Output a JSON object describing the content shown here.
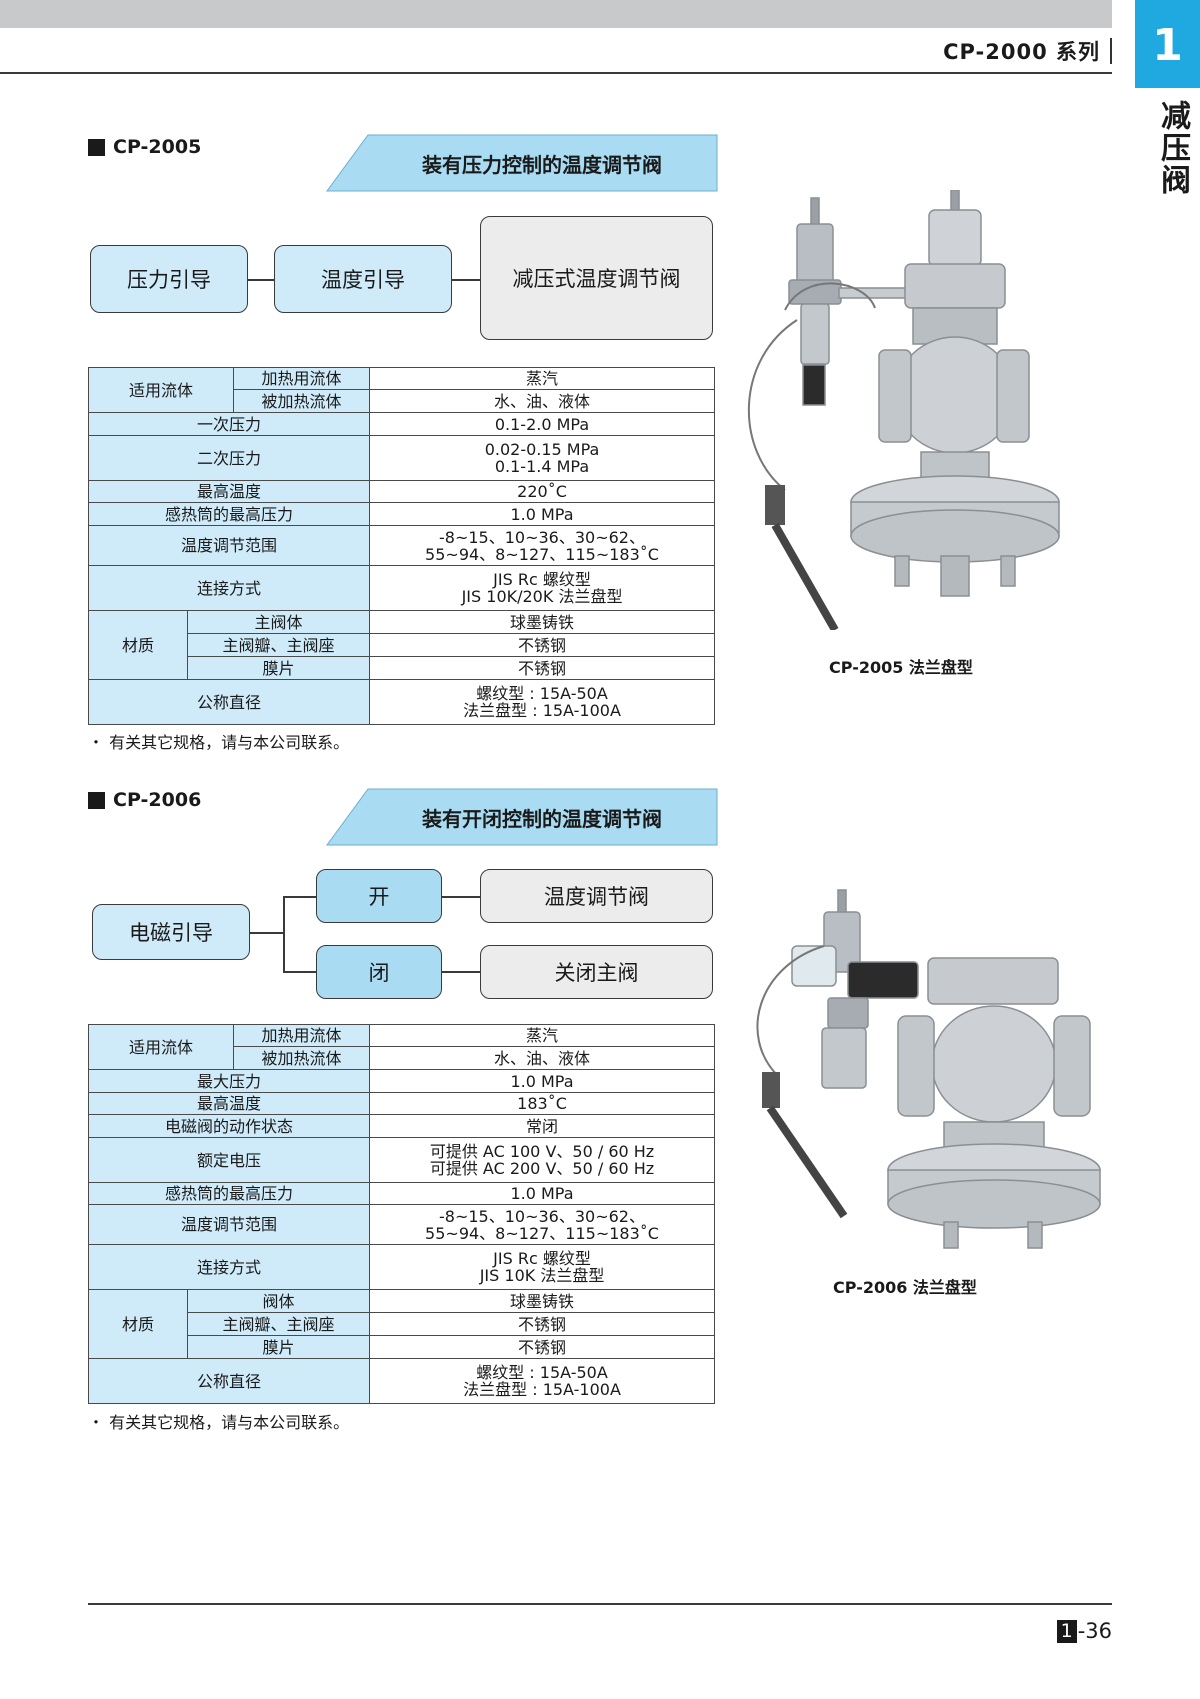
{
  "header": {
    "series_title": "CP-2000 系列",
    "chapter_number": "1",
    "chapter_label": "减压阀"
  },
  "cp2005": {
    "model": "CP-2005",
    "banner": "装有压力控制的温度调节阀",
    "flow": {
      "box1": "压力引导",
      "box2": "温度引导",
      "box3": "减压式温度调节阀"
    },
    "table": {
      "fluid_label": "适用流体",
      "heat_fluid_label": "加热用流体",
      "heat_fluid": "蒸汽",
      "heated_fluid_label": "被加热流体",
      "heated_fluid": "水、油、液体",
      "primary_pressure_label": "一次压力",
      "primary_pressure": "0.1-2.0 MPa",
      "secondary_pressure_label": "二次压力",
      "secondary_pressure_1": "0.02-0.15 MPa",
      "secondary_pressure_2": "0.1-1.4 MPa",
      "max_temp_label": "最高温度",
      "max_temp": "220˚C",
      "bulb_pressure_label": "感热筒的最高压力",
      "bulb_pressure": "1.0 MPa",
      "temp_range_label": "温度调节范围",
      "temp_range_1": "-8~15、10~36、30~62、",
      "temp_range_2": "55~94、8~127、115~183˚C",
      "connection_label": "连接方式",
      "connection_1": "JIS Rc 螺纹型",
      "connection_2": "JIS 10K/20K 法兰盘型",
      "material_label": "材质",
      "body_label": "主阀体",
      "body": "球墨铸铁",
      "disc_label": "主阀瓣、主阀座",
      "disc": "不锈钢",
      "diaphragm_label": "膜片",
      "diaphragm": "不锈钢",
      "size_label": "公称直径",
      "size_1": "螺纹型 : 15A-50A",
      "size_2": "法兰盘型 : 15A-100A"
    },
    "note": "・ 有关其它规格，请与本公司联系。",
    "caption": "CP-2005 法兰盘型"
  },
  "cp2006": {
    "model": "CP-2006",
    "banner": "装有开闭控制的温度调节阀",
    "flow": {
      "source": "电磁引导",
      "open": "开",
      "close": "闭",
      "open_result": "温度调节阀",
      "close_result": "关闭主阀"
    },
    "table": {
      "fluid_label": "适用流体",
      "heat_fluid_label": "加热用流体",
      "heat_fluid": "蒸汽",
      "heated_fluid_label": "被加热流体",
      "heated_fluid": "水、油、液体",
      "max_pressure_label": "最大压力",
      "max_pressure": "1.0 MPa",
      "max_temp_label": "最高温度",
      "max_temp": "183˚C",
      "solenoid_label": "电磁阀的动作状态",
      "solenoid": "常闭",
      "voltage_label": "额定电压",
      "voltage_1": "可提供 AC 100 V、50 / 60 Hz",
      "voltage_2": "可提供 AC 200 V、50 / 60 Hz",
      "bulb_pressure_label": "感热筒的最高压力",
      "bulb_pressure": "1.0 MPa",
      "temp_range_label": "温度调节范围",
      "temp_range_1": "-8~15、10~36、30~62、",
      "temp_range_2": "55~94、8~127、115~183˚C",
      "connection_label": "连接方式",
      "connection_1": "JIS Rc 螺纹型",
      "connection_2": "JIS 10K 法兰盘型",
      "material_label": "材质",
      "body_label": "阀体",
      "body": "球墨铸铁",
      "disc_label": "主阀瓣、主阀座",
      "disc": "不锈钢",
      "diaphragm_label": "膜片",
      "diaphragm": "不锈钢",
      "size_label": "公称直径",
      "size_1": "螺纹型 : 15A-50A",
      "size_2": "法兰盘型 : 15A-100A"
    },
    "note": "・ 有关其它规格，请与本公司联系。",
    "caption": "CP-2006 法兰盘型"
  },
  "footer": {
    "chapter": "1",
    "page": "-36"
  },
  "colors": {
    "accent_blue": "#20a8e0",
    "table_label_bg": "#cfeaf8",
    "banner_bg": "#a9dcf3"
  }
}
